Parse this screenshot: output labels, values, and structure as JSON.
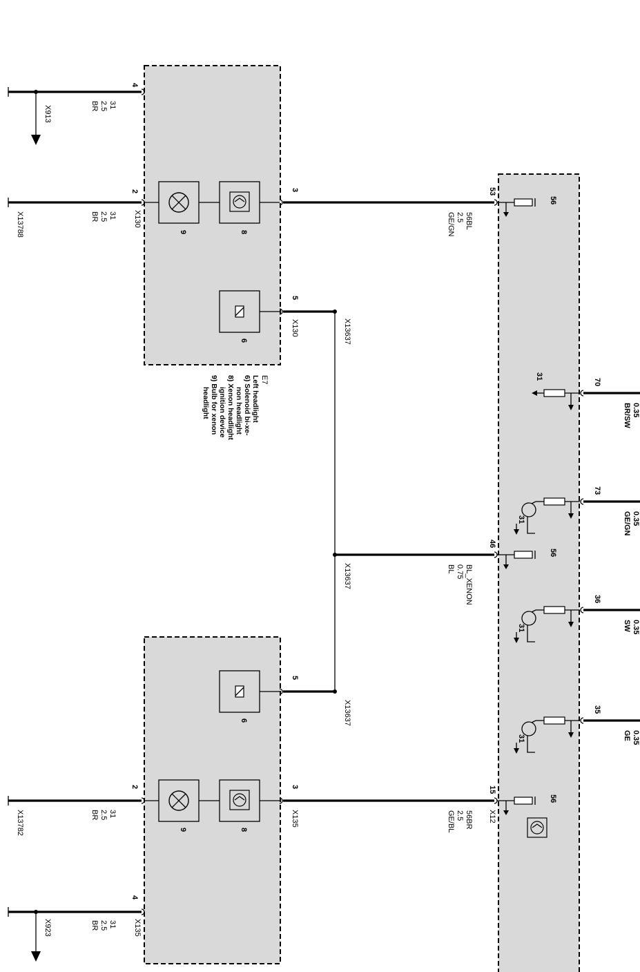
{
  "colors": {
    "module_fill": "#d9d9d9",
    "line": "#000000",
    "background": "#ffffff"
  },
  "left_headlight": {
    "designation": "E7",
    "legend": [
      "Left headlight",
      "6) Solenoid bi-xe-",
      "non headlight",
      "8) Xenon headlight",
      "ignition device",
      "9) Bulb for xenon",
      "headlight"
    ],
    "pins": {
      "gnd_a": "4",
      "lamp_gnd": "2",
      "ignition": "3",
      "solenoid": "5"
    },
    "connector_lamp": "X130",
    "connector_solenoid": "X130",
    "ground_a_conn": "X913",
    "ground_b_conn": "X13788",
    "gnd_a_wire": [
      "31",
      "2.5",
      "BR"
    ],
    "gnd_b_wire": [
      "31",
      "2.5",
      "BR"
    ],
    "lamp_num": "9",
    "igniter_num": "8",
    "solenoid_num": "6"
  },
  "right_headlight": {
    "pins": {
      "gnd_a": "4",
      "lamp_gnd": "2",
      "ignition": "3",
      "solenoid": "5"
    },
    "connector_lamp": "X135",
    "connector_gnd_a": "X135",
    "ground_a_conn": "X923",
    "ground_b_conn": "X13782",
    "gnd_a_wire": [
      "31",
      "2.5",
      "BR"
    ],
    "gnd_b_wire": [
      "31",
      "2.5",
      "BR"
    ],
    "lamp_num": "9",
    "igniter_num": "8",
    "solenoid_num": "6"
  },
  "splice": {
    "top": "X13637",
    "mid": "X13637",
    "bot": "X13637"
  },
  "module": {
    "connector": "X12",
    "pins": [
      {
        "pin": "53",
        "internal": "56",
        "wire": [
          "56BL",
          "2.5",
          "GE/GN"
        ]
      },
      {
        "pin": "70",
        "internal": "31",
        "wire": [
          "0.35",
          "BR/SW"
        ]
      },
      {
        "pin": "73",
        "internal": "31",
        "wire": [
          "0.35",
          "GE/GN"
        ]
      },
      {
        "pin": "46",
        "internal": "56",
        "wire": [
          "BL_XENON",
          "0.75",
          "BL"
        ]
      },
      {
        "pin": "36",
        "internal": "31",
        "wire": [
          "0.35",
          "SW"
        ]
      },
      {
        "pin": "35",
        "internal": "31",
        "wire": [
          "0.35",
          "GE"
        ]
      },
      {
        "pin": "15",
        "internal": "56",
        "wire": [
          "56BR",
          "2.5",
          "GE/BL"
        ]
      }
    ]
  }
}
